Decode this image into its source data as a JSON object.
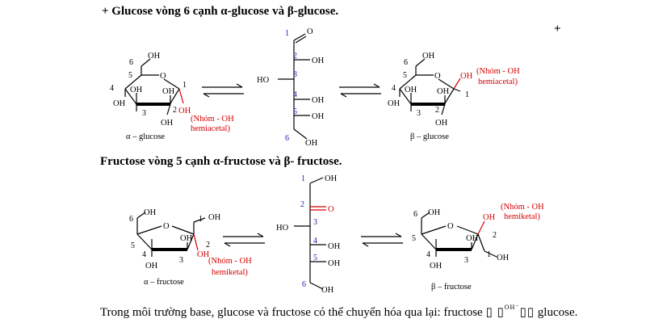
{
  "heading_glucose": "+ Glucose vòng 6 cạnh α-glucose và β-glucose.",
  "heading_fructose": "Fructose vòng 5 cạnh α-fructose và β- fructose.",
  "plus_sign": "+",
  "oh": "OH",
  "ho": "HO",
  "o": "O",
  "glucose": {
    "alpha_label": "α – glucose",
    "beta_label": "β – glucose",
    "hemiacetal_line1": "(Nhóm - OH",
    "hemiacetal_line1_beta": "(Nhóm - OH",
    "hemiacetal_line2": "hemiacetal)",
    "hemiacetal_line2_beta": "hemiacetal)"
  },
  "fructose": {
    "alpha_label": "α – fructose",
    "beta_label": "β – fructose",
    "hemiketal_line1": "(Nhóm - OH",
    "hemiketal_line1_beta": "(Nhóm - OH",
    "hemiketal_line2": "hemiketal)",
    "hemiketal_line2_beta": "hemiketal)"
  },
  "bottom_text": {
    "before": "Trong môi trường base, glucose và fructose có thể chuyển hóa qua lại: fructose",
    "oh_mark": "OH⁻",
    "after": "glucose."
  },
  "colors": {
    "highlight": "#d40000",
    "numbering": "#2020c0",
    "text": "#000000"
  }
}
